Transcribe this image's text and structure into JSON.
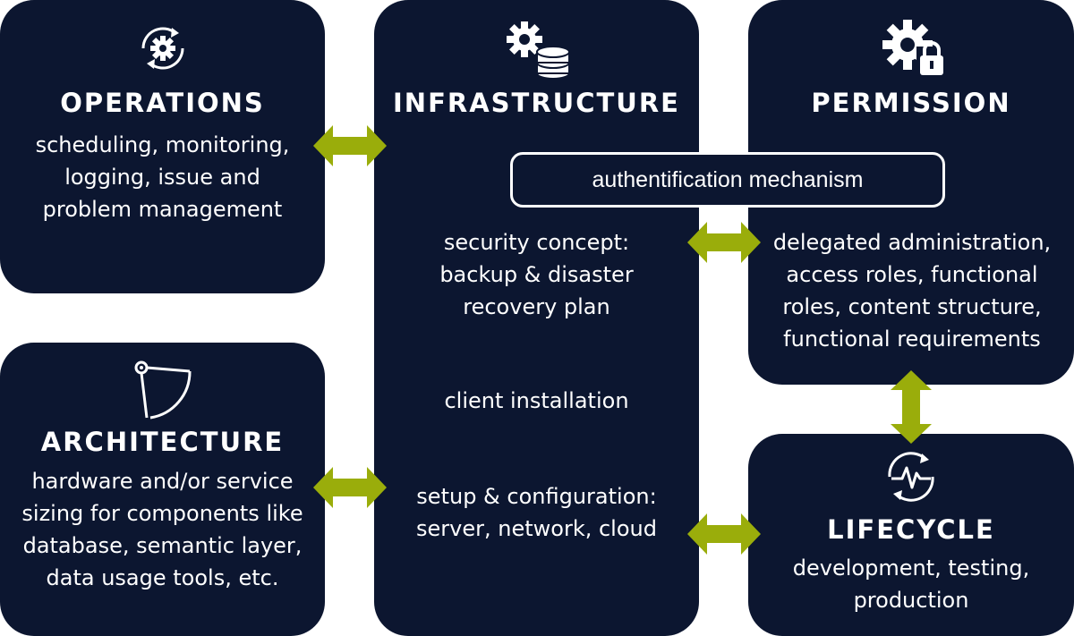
{
  "colors": {
    "box": "#0c1630",
    "arrow": "#9aad0b",
    "text": "#ffffff"
  },
  "operations": {
    "title": "OPERATIONS",
    "lines": [
      "scheduling, monitoring,",
      "logging, issue and",
      "problem management"
    ],
    "icon": "gear-cycle-icon"
  },
  "infrastructure": {
    "title": "INFRASTRUCTURE",
    "icon": "gear-database-icon",
    "security": [
      "security concept:",
      "backup & disaster",
      "recovery plan"
    ],
    "client": "client installation",
    "setup": [
      "setup & configuration:",
      "server, network, cloud"
    ]
  },
  "permission": {
    "title": "PERMISSION",
    "icon": "gear-lock-icon",
    "lines": [
      "delegated administration,",
      "access roles, functional",
      "roles, content structure,",
      "functional requirements"
    ]
  },
  "authentication": {
    "label": "authentification mechanism"
  },
  "architecture": {
    "title": "ARCHITECTURE",
    "icon": "compass-icon",
    "lines": [
      "hardware and/or service",
      "sizing for components like",
      "database, semantic layer,",
      "data usage tools, etc."
    ]
  },
  "lifecycle": {
    "title": "LIFECYCLE",
    "icon": "pulse-cycle-icon",
    "lines": [
      "development, testing,",
      "production"
    ]
  }
}
